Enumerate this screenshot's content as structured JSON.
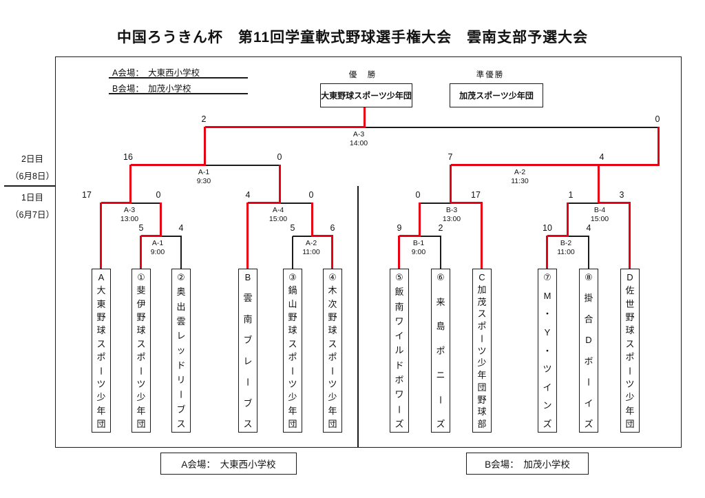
{
  "title": "中国ろうきん杯　第11回学童軟式野球選手権大会　雲南支部予選大会",
  "legend": {
    "row_a": "A会場：　大東西小学校",
    "row_b": "B会場：　加茂小学校"
  },
  "champion": {
    "heading": "優　勝",
    "team": "大東野球スポーツ少年団"
  },
  "runner_up": {
    "heading": "準優勝",
    "team": "加茂スポーツ少年団"
  },
  "rounds": {
    "day2": {
      "label": "2日目",
      "date": "（6月8日）"
    },
    "day1": {
      "label": "1日目",
      "date": "（6月7日）"
    }
  },
  "matches": {
    "final": {
      "id": "A-3",
      "time": "14:00",
      "left_score": "2",
      "right_score": "0"
    },
    "semi_a": {
      "id": "A-1",
      "time": "9:30",
      "left_score": "16",
      "right_score": "0"
    },
    "semi_b": {
      "id": "A-2",
      "time": "11:30",
      "left_score": "7",
      "right_score": "4"
    },
    "r2_a3": {
      "id": "A-3",
      "time": "13:00",
      "left_score": "17",
      "right_score": "0"
    },
    "r2_a4": {
      "id": "A-4",
      "time": "15:00",
      "left_score": "4",
      "right_score": "0"
    },
    "r2_b3": {
      "id": "B-3",
      "time": "13:00",
      "left_score": "0",
      "right_score": "17"
    },
    "r2_b4": {
      "id": "B-4",
      "time": "15:00",
      "left_score": "1",
      "right_score": "3"
    },
    "r1_a1": {
      "id": "A-1",
      "time": "9:00",
      "left_score": "5",
      "right_score": "4"
    },
    "r1_a2": {
      "id": "A-2",
      "time": "11:00",
      "left_score": "5",
      "right_score": "6"
    },
    "r1_b1": {
      "id": "B-1",
      "time": "9:00",
      "left_score": "9",
      "right_score": "2"
    },
    "r1_b2": {
      "id": "B-2",
      "time": "11:00",
      "left_score": "10",
      "right_score": "4"
    }
  },
  "teams": [
    "A大東野球スポーツ少年団",
    "①斐伊野球スポーツ少年団",
    "②奥出雲レッドリーブス",
    "B雲南ブレーブス",
    "③鍋山野球スポーツ少年団",
    "④木次野球スポーツ少年団",
    "⑤飯南ワイルドボワーズ",
    "⑥来島ポニーズ",
    "C加茂スポーツ少年団野球部",
    "⑦M・Y・ツインズ",
    "⑧掛合Dボーイズ",
    "D佐世野球スポーツ少年団"
  ],
  "footer": {
    "venue_a": "A会場：　大東西小学校",
    "venue_b": "B会場：　加茂小学校"
  }
}
